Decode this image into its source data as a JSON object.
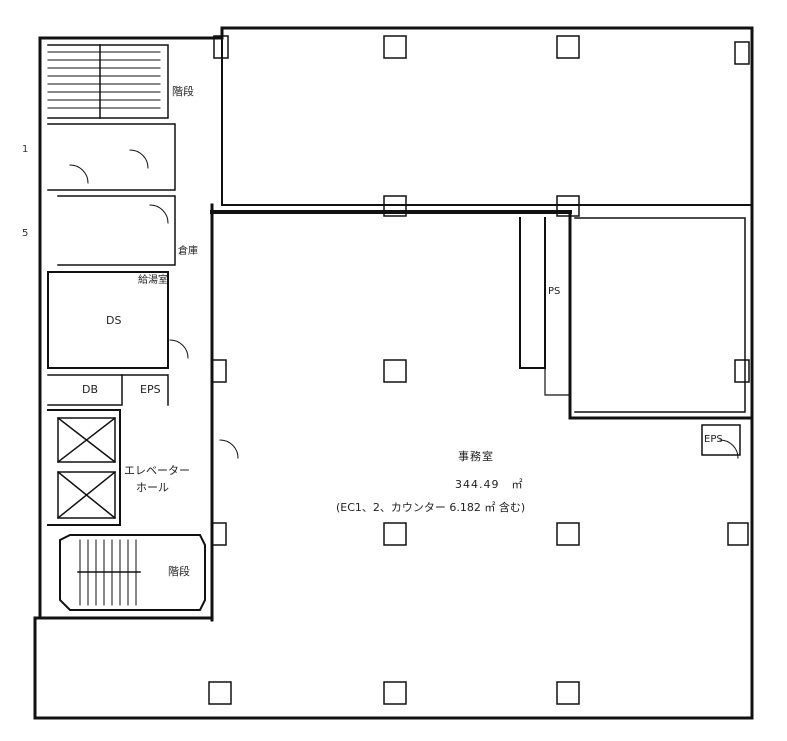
{
  "rooms": {
    "upper_stair": "階段",
    "restroom": "給湯室",
    "lower_storage": "倉庫",
    "ds": "DS",
    "db": "DB",
    "eps": "EPS",
    "elevator_hall_line1": "エレベーター",
    "elevator_hall_line2": "ホール",
    "lower_stair": "階段",
    "office_label": "事務室",
    "office_area": "344.49　㎡",
    "office_note": "(EC1、2、カウンター 6.182 ㎡ 含む)",
    "eps_right": "EPS",
    "column_strip": "PS"
  },
  "side_marks": {
    "mark_upper": "1",
    "mark_lower": "5"
  }
}
